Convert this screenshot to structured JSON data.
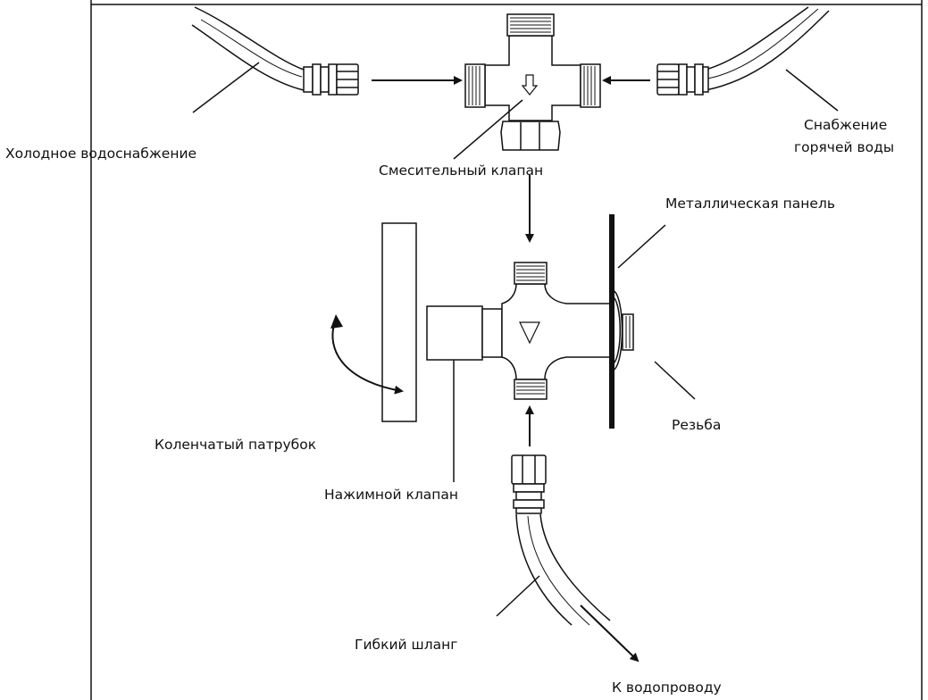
{
  "labels": {
    "cold_supply": "Холодное водоснабжение",
    "hot_supply_line1": "Снабжение",
    "hot_supply_line2": "горячей воды",
    "mixing_valve": "Смесительный клапан",
    "metal_panel": "Металлическая панель",
    "thread": "Резьба",
    "elbow": "Коленчатый патрубок",
    "push_valve": "Нажимной клапан",
    "flex_hose": "Гибкий шланг",
    "to_water_pipe": "К водопроводу"
  },
  "colors": {
    "line": "#111111",
    "background": "#ffffff"
  }
}
